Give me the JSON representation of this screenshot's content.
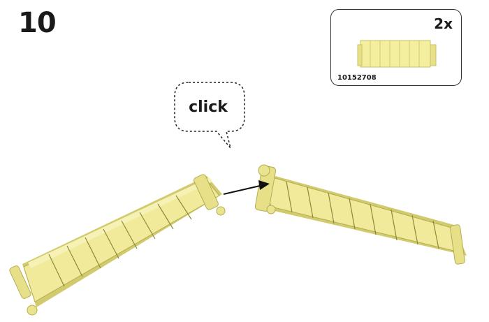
{
  "step": {
    "number": "10"
  },
  "parts": {
    "quantity": "2x",
    "part_id": "10152708"
  },
  "callout": {
    "text": "click"
  },
  "colors": {
    "part_fill": "#f0ea9a",
    "part_shade": "#d9d276",
    "part_dark": "#b3ad52",
    "outline": "#333333"
  },
  "icons": {
    "arrow": "connect-arrow-icon",
    "bubble": "speech-bubble-icon"
  }
}
